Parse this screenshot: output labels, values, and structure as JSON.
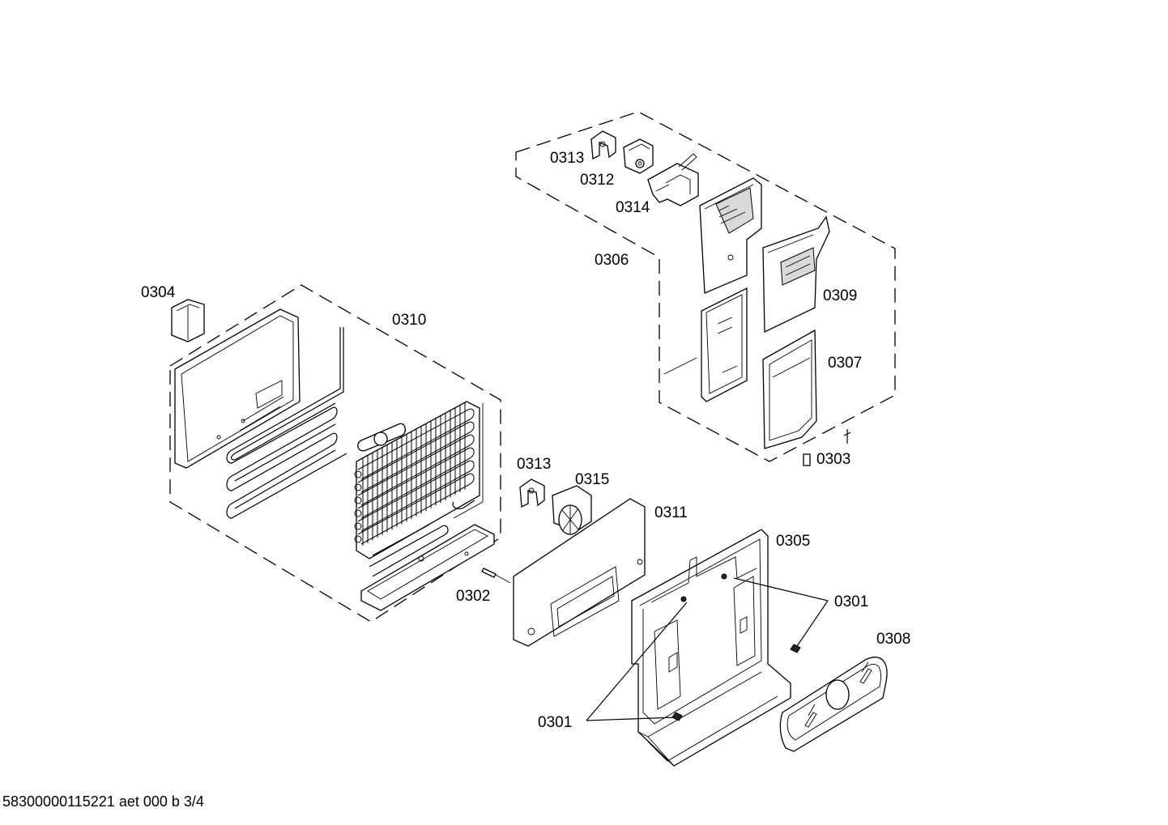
{
  "diagram": {
    "labels": {
      "p0313_top": "0313",
      "p0312": "0312",
      "p0314": "0314",
      "p0306": "0306",
      "p0309": "0309",
      "p0307": "0307",
      "p0303": "0303",
      "p0304": "0304",
      "p0310": "0310",
      "p0313_mid": "0313",
      "p0315": "0315",
      "p0311": "0311",
      "p0305": "0305",
      "p0302": "0302",
      "p0301_right": "0301",
      "p0308": "0308",
      "p0301_left": "0301"
    },
    "footer": "58300000115221 aet 000 b 3/4"
  }
}
